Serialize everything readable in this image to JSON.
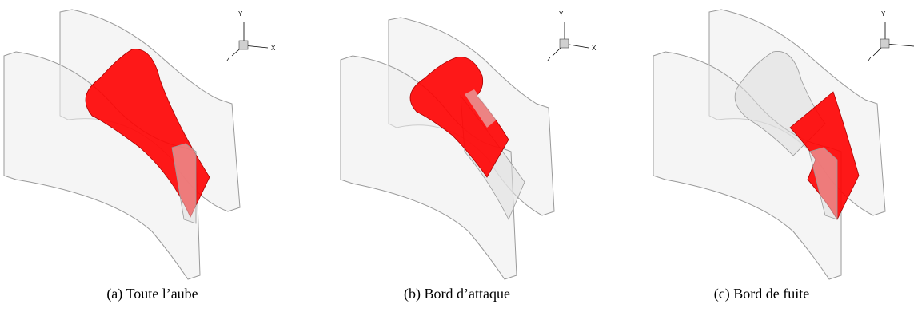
{
  "panels": [
    {
      "caption": "(a) Toute l’aube",
      "axes": {
        "x": "X",
        "y": "Y",
        "z": "Z"
      },
      "highlight": "full-blade"
    },
    {
      "caption": "(b) Bord d’attaque",
      "axes": {
        "x": "X",
        "y": "Y",
        "z": "Z"
      },
      "highlight": "leading-edge"
    },
    {
      "caption": "(c) Bord de fuite",
      "axes": {
        "x": "",
        "y": "Y",
        "z": "Z"
      },
      "highlight": "trailing-edge"
    }
  ],
  "colors": {
    "highlight": "#ff0000",
    "shell_fill": "#e8e8e8",
    "shell_stroke": "#9a9a9a",
    "background": "#ffffff"
  }
}
